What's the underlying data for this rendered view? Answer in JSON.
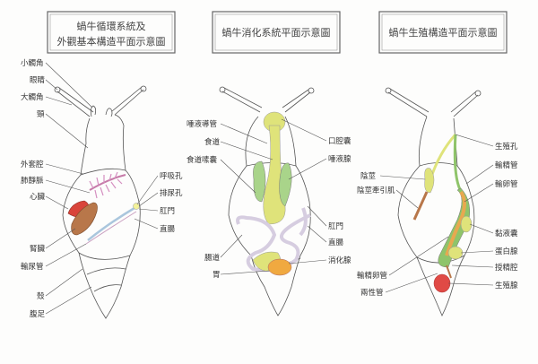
{
  "panels": [
    {
      "title_line1": "蝸牛循環系統及",
      "title_line2": "外觀基本構造平面示意圖",
      "labels_left": [
        "小觸角",
        "眼睛",
        "大觸角",
        "頸",
        "外套腔",
        "肺靜脈",
        "心臟",
        "腎臟",
        "輸尿管",
        "殼",
        "腹足"
      ],
      "labels_right": [
        "呼吸孔",
        "排尿孔",
        "肛門",
        "直腸"
      ]
    },
    {
      "title": "蝸牛消化系統平面示意圖",
      "labels_left": [
        "唾液導管",
        "食道",
        "食道嗉囊",
        "腸道",
        "胃"
      ],
      "labels_right": [
        "口腔囊",
        "唾液腺",
        "肛門",
        "直腸",
        "消化腺"
      ]
    },
    {
      "title": "蝸牛生殖構造平面示意圖",
      "labels_left": [
        "陰莖",
        "陰莖牽引肌",
        "輸精卵管",
        "兩性管"
      ],
      "labels_right": [
        "生殖孔",
        "輸精管",
        "輸卵管",
        "黏液囊",
        "蛋白腺",
        "授精腔",
        "生殖腺"
      ]
    }
  ],
  "colors": {
    "heart": "#d9443a",
    "kidney": "#b8774a",
    "lung": "#d58fc0",
    "gut_yellow": "#dfe37a",
    "salivary_green": "#a9d48a",
    "digestive_gland": "#f0a940",
    "intestine": "#d6cde0",
    "oviduct_orange": "#e8a850",
    "gonad": "#e04a45"
  }
}
